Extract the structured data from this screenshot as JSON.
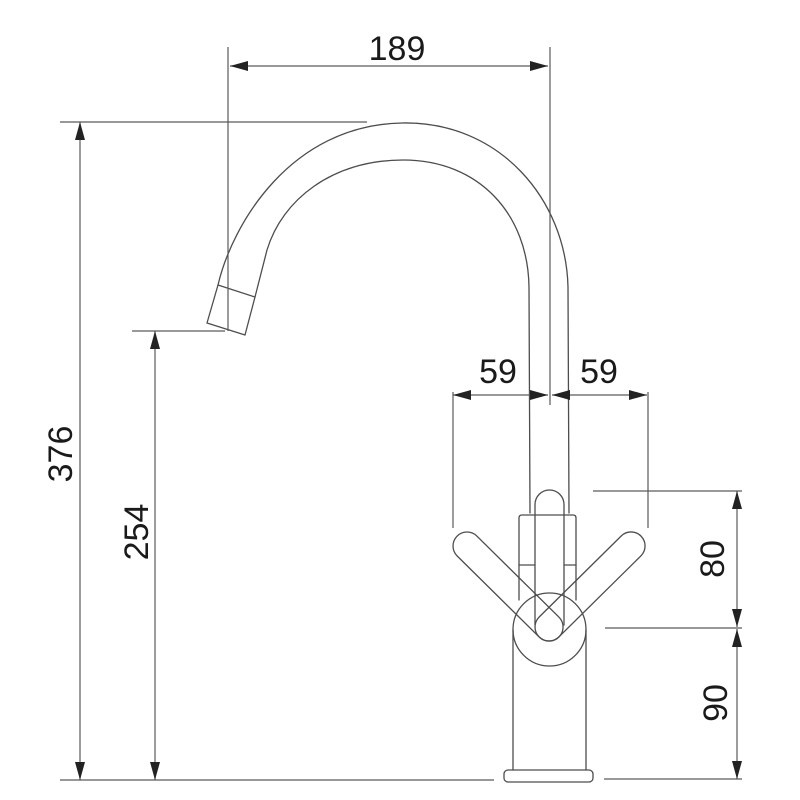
{
  "colors": {
    "background": "#ffffff",
    "outline": "#4d4d4d",
    "dimension_line": "#5a5a5a",
    "text": "#1a1a1a"
  },
  "dimensions": {
    "spout_reach": {
      "label": "189",
      "value": 189
    },
    "total_height": {
      "label": "376",
      "value": 376
    },
    "spout_outlet_height": {
      "label": "254",
      "value": 254
    },
    "left_handle_offset": {
      "label": "59",
      "value": 59
    },
    "right_handle_offset": {
      "label": "59",
      "value": 59
    },
    "handle_height": {
      "label": "80",
      "value": 80
    },
    "base_height": {
      "label": "90",
      "value": 90
    }
  }
}
